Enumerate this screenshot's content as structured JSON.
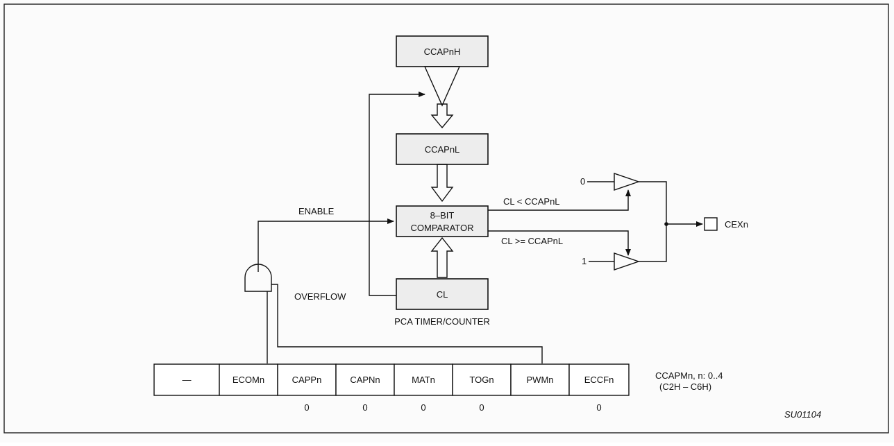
{
  "diagram": {
    "registers": {
      "high": "CCAPnH",
      "low": "CCAPnL",
      "counter": "CL"
    },
    "comparator_line1": "8–BIT",
    "comparator_line2": "COMPARATOR",
    "counter_caption": "PCA TIMER/COUNTER",
    "enable_label": "ENABLE",
    "overflow_label": "OVERFLOW",
    "cond_less": "CL < CCAPnL",
    "cond_greater_equal": "CL >= CCAPnL",
    "mux_input_0": "0",
    "mux_input_1": "1",
    "output_pin": "CEXn",
    "mode_register": {
      "cells": [
        "—",
        "ECOMn",
        "CAPPn",
        "CAPNn",
        "MATn",
        "TOGn",
        "PWMn",
        "ECCFn"
      ],
      "values": [
        "",
        "",
        "0",
        "0",
        "0",
        "0",
        "",
        "0"
      ],
      "name_line1": "CCAPMn, n: 0..4",
      "name_line2": "(C2H – C6H)"
    },
    "figure_code": "SU01104"
  }
}
